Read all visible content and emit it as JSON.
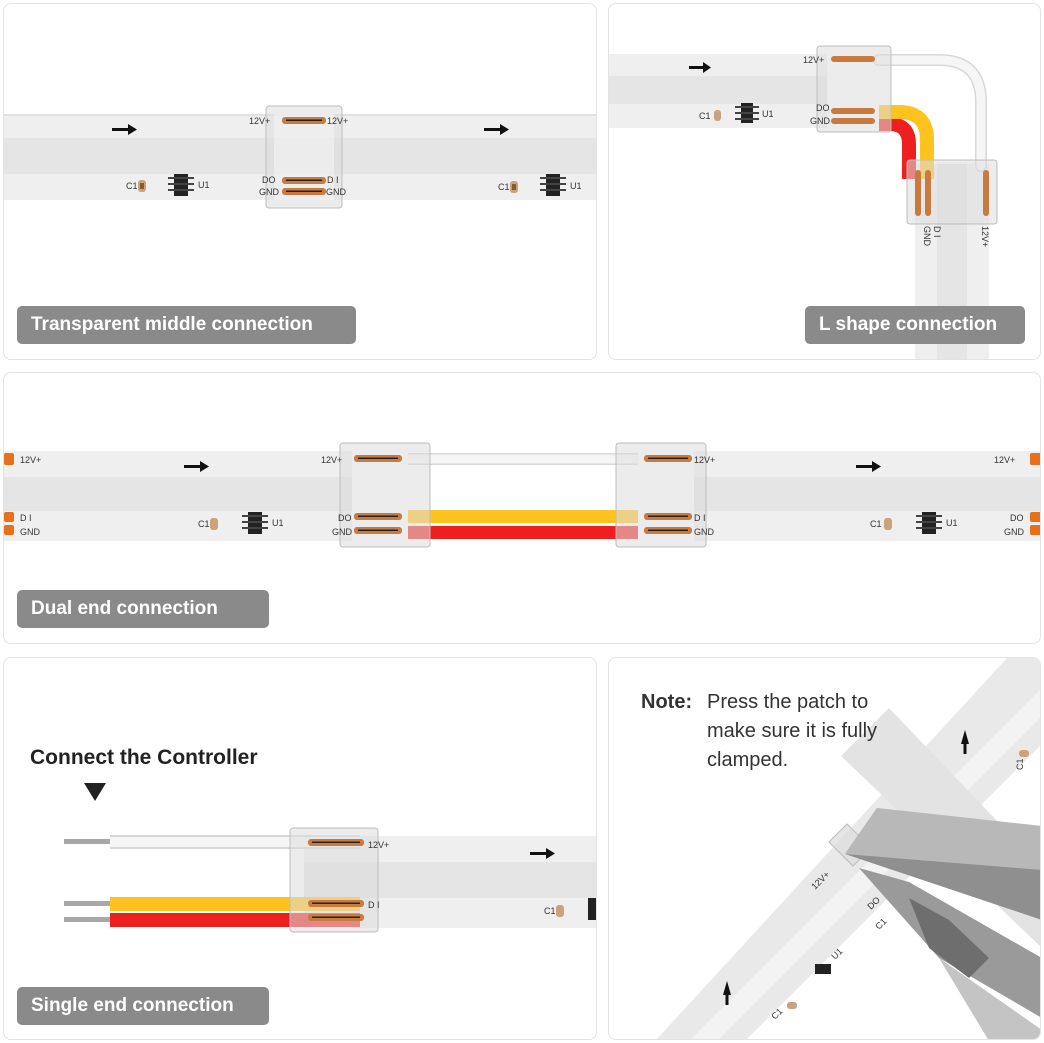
{
  "panels": {
    "transparent_middle": {
      "caption": "Transparent middle connection",
      "labels": {
        "v12_left": "12V+",
        "v12_right": "12V+",
        "do": "DO",
        "di": "D I",
        "gnd_left": "GND",
        "gnd_right": "GND",
        "c1a": "C1",
        "u1a": "U1",
        "c1b": "C1",
        "u1b": "U1"
      }
    },
    "l_shape": {
      "caption": "L shape connection",
      "labels": {
        "v12": "12V+",
        "do": "DO",
        "gnd": "GND",
        "c1": "C1",
        "u1": "U1",
        "gnd_v": "GND",
        "di_v": "D I",
        "v12_v": "12V+"
      }
    },
    "dual_end": {
      "caption": "Dual end connection",
      "labels": {
        "v12_l": "12V+",
        "di_l": "D I",
        "gnd_l": "GND",
        "c1_l": "C1",
        "u1_l": "U1",
        "v12_cl": "12V+",
        "do_cl": "DO",
        "gnd_cl": "GND",
        "v12_cr": "12V+",
        "di_cr": "D I",
        "gnd_cr": "GND",
        "c1_r": "C1",
        "u1_r": "U1",
        "v12_r": "12V+",
        "do_r": "DO",
        "gnd_r": "GND"
      }
    },
    "single_end": {
      "caption": "Single end connection",
      "controller_title": "Connect the Controller",
      "labels": {
        "v12": "12V+",
        "di": "D I",
        "c1": "C1"
      }
    },
    "clamp_note": {
      "note_label": "Note:",
      "note_text": "Press the patch to make sure it is fully clamped.",
      "labels": {
        "c1_top": "C1",
        "v12": "12V+",
        "do": "DO",
        "c1_mid": "C1",
        "u1": "U1",
        "c1_bot": "C1"
      }
    }
  },
  "colors": {
    "strip": "#efefef",
    "strip_band": "#e4e4e4",
    "wire_white": "#f3f3f3",
    "wire_yellow": "#ffc21f",
    "wire_red": "#ee1f1f",
    "badge": "#8a8a8a",
    "pad": "#c97a3e",
    "orange_tab": "#e8701a"
  },
  "icons": [
    "direction-arrow-icon",
    "down-triangle-icon",
    "chip-icon",
    "capacitor-icon",
    "pliers-icon"
  ]
}
